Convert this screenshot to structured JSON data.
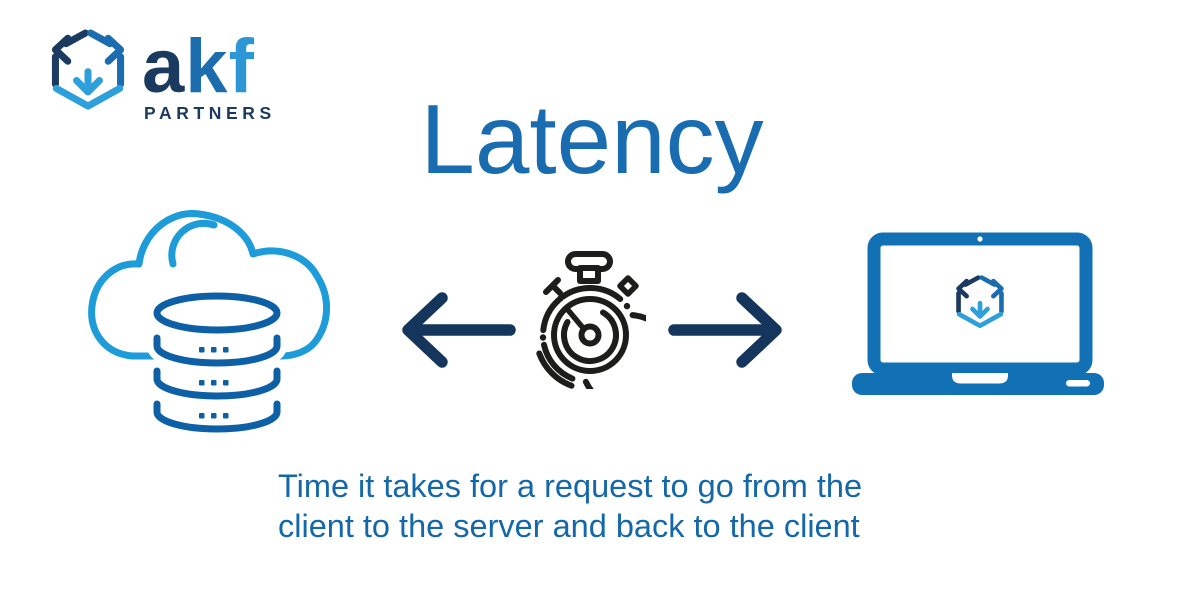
{
  "brand": {
    "letter_a": "a",
    "letter_k": "k",
    "letter_f": "f",
    "tagline": "PARTNERS",
    "logo_icon": "akf-cube-logo"
  },
  "title": "Latency",
  "caption": {
    "line1": "Time it takes for a request to go from the",
    "line2": "client to the server and back to the client"
  },
  "diagram": {
    "server_icon": "cloud-database",
    "timer_icon": "stopwatch",
    "client_icon": "laptop",
    "arrow_left_icon": "arrow-left",
    "arrow_right_icon": "arrow-right"
  },
  "colors": {
    "navy": "#1b3a60",
    "mid_blue": "#1c6cb0",
    "light_blue": "#2da0dc",
    "cloud_blue": "#1e9cd9",
    "database_blue": "#0d60a5",
    "laptop_blue": "#1271b4",
    "arrow_navy": "#14365c",
    "title_blue": "#1a6cb0",
    "caption_blue": "#1468aa",
    "stopwatch_black": "#1d1d1b",
    "background": "#ffffff"
  }
}
